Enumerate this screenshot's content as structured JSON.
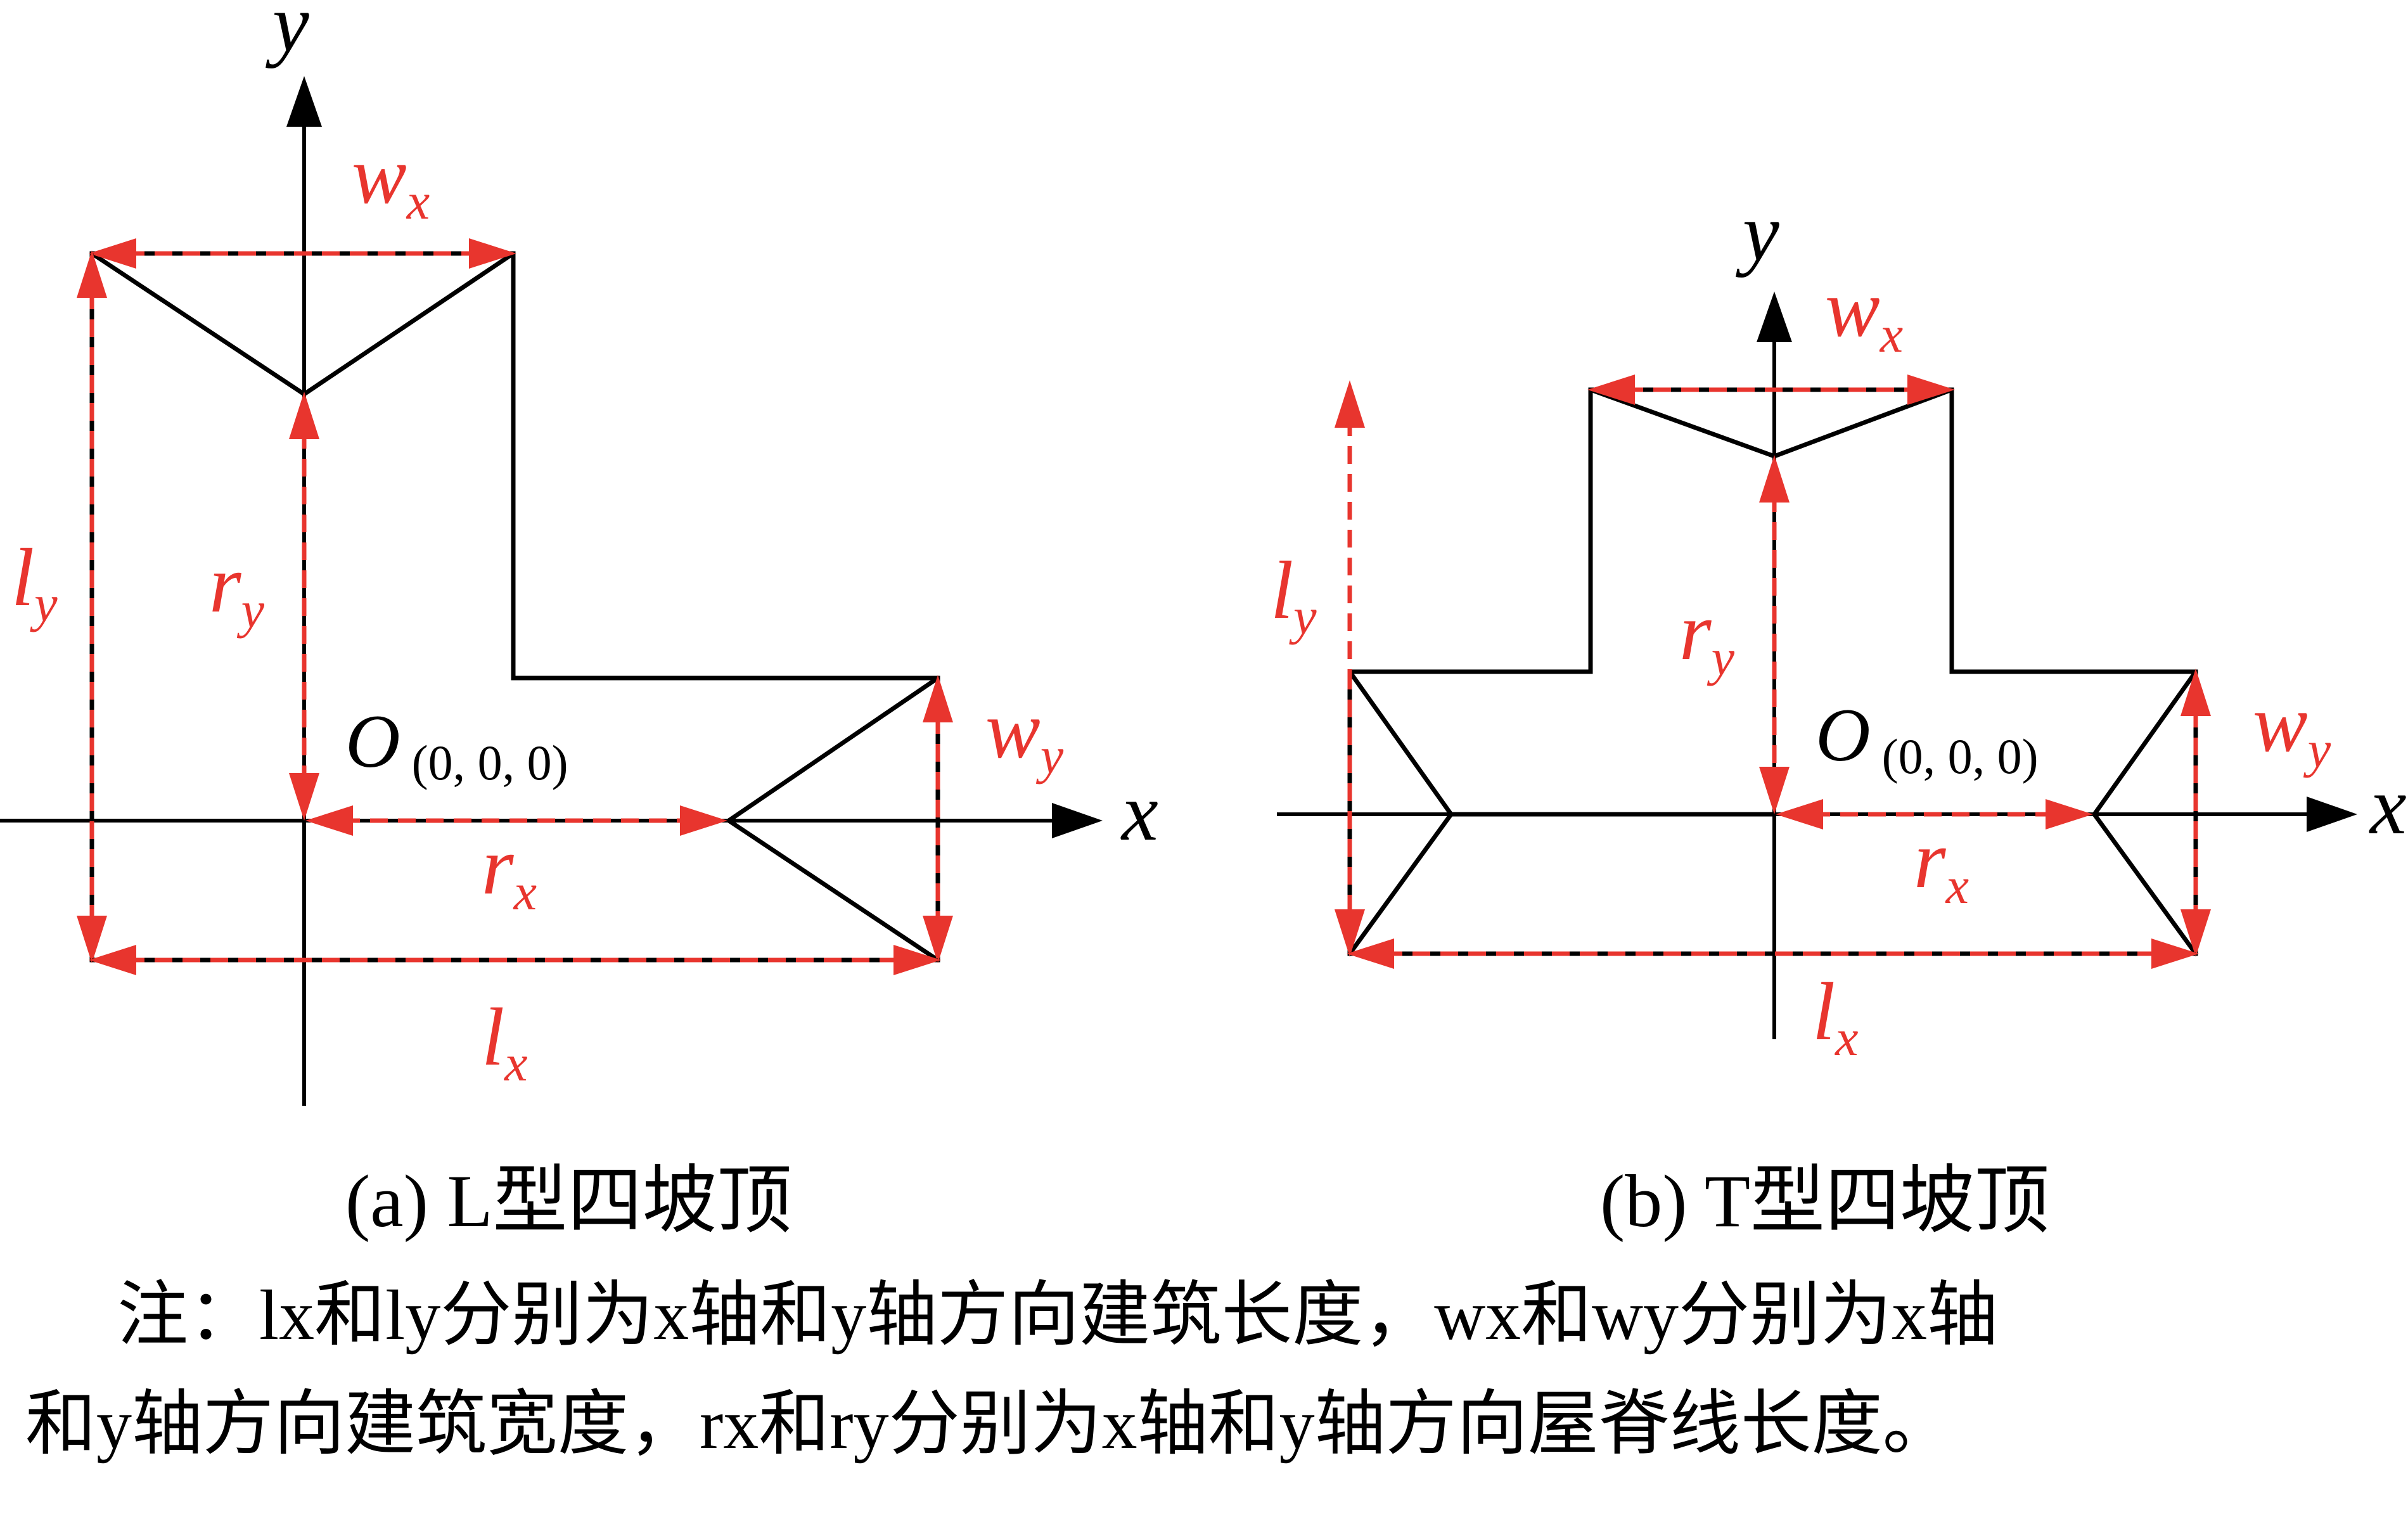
{
  "panel_a": {
    "caption": "(a) L型四坡顶",
    "axes": {
      "x": "x",
      "y": "y"
    },
    "origin": {
      "label": "O",
      "coords": "(0, 0, 0)"
    },
    "dims": {
      "wx": {
        "base": "w",
        "sub": "x"
      },
      "ly": {
        "base": "l",
        "sub": "y"
      },
      "ry": {
        "base": "r",
        "sub": "y"
      },
      "wy": {
        "base": "w",
        "sub": "y"
      },
      "rx": {
        "base": "r",
        "sub": "x"
      },
      "lx": {
        "base": "l",
        "sub": "x"
      }
    }
  },
  "panel_b": {
    "caption": "(b) T型四坡顶",
    "axes": {
      "x": "x",
      "y": "y"
    },
    "origin": {
      "label": "O",
      "coords": "(0, 0, 0)"
    },
    "dims": {
      "wx": {
        "base": "w",
        "sub": "x"
      },
      "ly": {
        "base": "l",
        "sub": "y"
      },
      "ry": {
        "base": "r",
        "sub": "y"
      },
      "wy": {
        "base": "w",
        "sub": "y"
      },
      "rx": {
        "base": "r",
        "sub": "x"
      },
      "lx": {
        "base": "l",
        "sub": "x"
      }
    }
  },
  "note": {
    "line1": "注：lx和ly分别为x轴和y轴方向建筑长度，wx和wy分别为x轴",
    "line2": "和y轴方向建筑宽度，rx和ry分别为x轴和y轴方向屋脊线长度。"
  },
  "colors": {
    "dimension": "#e8352e",
    "outline": "#000000"
  }
}
